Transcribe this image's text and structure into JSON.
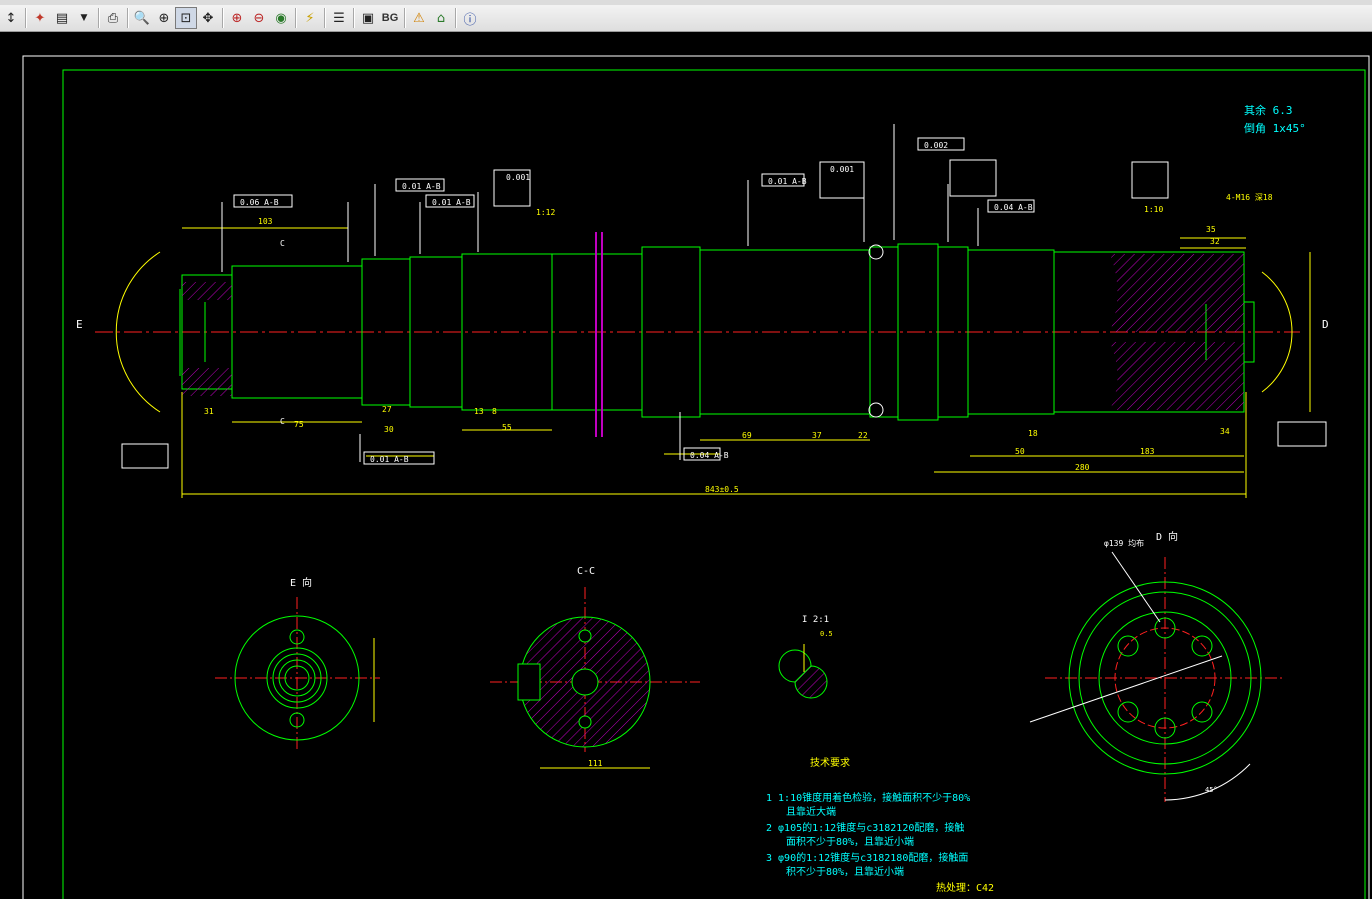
{
  "toolbar": {
    "bg_label": "BG"
  },
  "drawing": {
    "chamfer_note": "其余 6.3",
    "angle_note": "倒角 1x45°",
    "section_E": "E 向",
    "section_CC": "C-C",
    "section_D": "D 向",
    "detail_I": "I  2:1",
    "overall_len": "843±0.5",
    "dim_103": "103",
    "dim_75": "75",
    "dim_31": "31",
    "dim_27": "27",
    "dim_30": "30",
    "dim_55": "55",
    "dim_13": "13",
    "dim_8": "8",
    "dim_69": "69",
    "dim_37": "37",
    "dim_22": "22",
    "dim_18": "18",
    "dim_50": "50",
    "dim_183": "183",
    "dim_280": "280",
    "dim_34": "34",
    "dim_35": "35",
    "dim_32": "32",
    "dim_m16": "4-M16 深18",
    "dim_pcd": "φ139 均布",
    "dim_ang45": "45°",
    "tol_1": "0.06 A-B",
    "tol_2": "0.01 A-B",
    "tol_3": "0.04 A-B",
    "tol_4": "0.001",
    "tol_5": "0.002",
    "taper_1": "1:12",
    "taper_2": "1:10",
    "label_E": "E",
    "label_D": "D",
    "label_C": "C",
    "tech_title": "技术要求",
    "tech_1a": "1  1:10锥度用着色检验，接触面积不少于80%",
    "tech_1b": "且靠近大端",
    "tech_2a": "2  φ105的1:12锥度与c3182120配磨，接触",
    "tech_2b": "面积不少于80%，且靠近小端",
    "tech_3a": "3  φ90的1:12锥度与c3182180配磨，接触面",
    "tech_3b": "积不少于80%，且靠近小端",
    "heat": "热处理：C42",
    "dim_111": "111",
    "dim_05": "0.5"
  }
}
